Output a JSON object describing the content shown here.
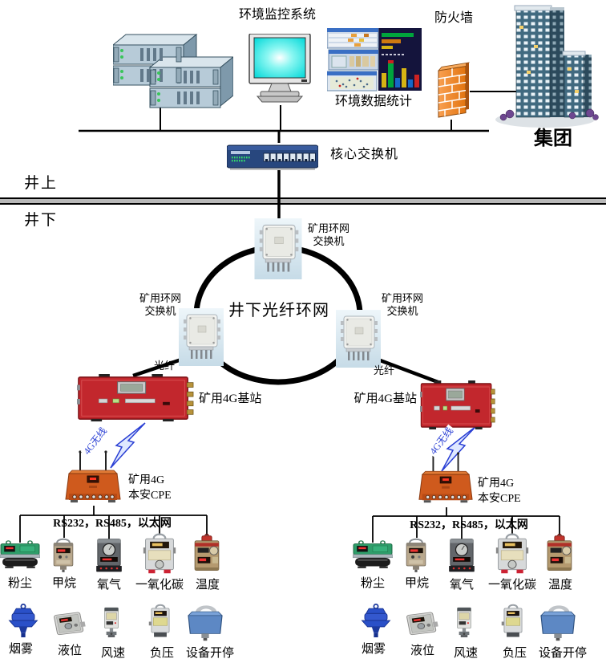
{
  "header": {
    "system_title": "环境监控系统",
    "stats_caption": "环境数据统计",
    "firewall_label": "防火墙",
    "group_label": "集团",
    "core_switch_label": "核心交换机"
  },
  "zones": {
    "surface": "井上",
    "underground": "井下"
  },
  "ring": {
    "title": "井下光纤环网",
    "switch_line1": "矿用环网",
    "switch_line2": "交换机",
    "fiber": "光纤"
  },
  "g4": {
    "base_station": "矿用4G基站",
    "wireless": "4G无线",
    "cpe_line1": "矿用4G",
    "cpe_line2": "本安CPE",
    "bus": "RS232，RS485，以太网"
  },
  "sensors": {
    "row1": [
      "粉尘",
      "甲烷",
      "氧气",
      "一氧化碳",
      "温度"
    ],
    "row2": [
      "烟雾",
      "液位",
      "风速",
      "负压",
      "设备开停"
    ]
  },
  "colors": {
    "base_station_red": "#c2272d",
    "cpe_orange": "#cf5a1d",
    "firewall_orange": "#ef8a28",
    "core_switch_blue": "#28477e",
    "monitor_screen_cyan": "#35f0ea",
    "wireless_text_blue": "#2a3fd4",
    "smoke_sensor_blue": "#2a50c8",
    "dust_sensor_green": "#2e9e6a"
  }
}
